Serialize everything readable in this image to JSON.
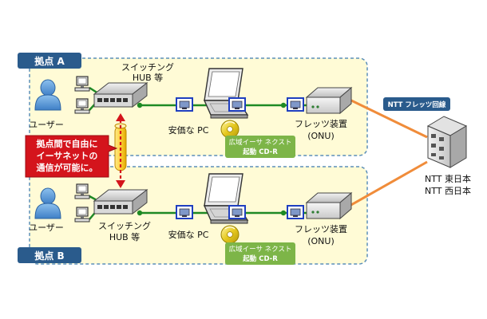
{
  "site_a": {
    "label": "拠点 A",
    "users_label": "ユーザー",
    "hub_label_1": "スイッチング",
    "hub_label_2": "HUB 等",
    "pc_label": "安価な PC",
    "cd_label_1": "広域イーサ ネクスト",
    "cd_label_2": "起動 CD-R",
    "onu_label_1": "フレッツ装置",
    "onu_label_2": "(ONU)"
  },
  "site_b": {
    "label": "拠点 B",
    "users_label": "ユーザー",
    "hub_label_1": "スイッチング",
    "hub_label_2": "HUB 等",
    "pc_label": "安価な PC",
    "cd_label_1": "広域イーサ ネクスト",
    "cd_label_2": "起動 CD-R",
    "onu_label_1": "フレッツ装置",
    "onu_label_2": "(ONU)"
  },
  "callout": {
    "line1": "拠点間で自由に",
    "line2": "イーサネットの",
    "line3": "通信が可能に。"
  },
  "ntt": {
    "line_label": "NTT フレッツ回線",
    "east": "NTT 東日本",
    "west": "NTT 西日本"
  },
  "colors": {
    "site_fill": "#fffbd6",
    "site_border": "#5b8fb9",
    "site_tag": "#2a5b8c",
    "lan_line": "#1e8a24",
    "wan_line": "#f08c3a",
    "callout": "#d4141c",
    "cd_badge": "#7db548",
    "port_frame": "#1f3fbf",
    "user_icon": "#4d8fd2"
  },
  "icons": [
    "user-icon",
    "desktop-pc-icon",
    "switching-hub-icon",
    "laptop-icon",
    "lan-port-icon",
    "cd-rom-icon",
    "onu-device-icon",
    "ntt-building-icon"
  ]
}
